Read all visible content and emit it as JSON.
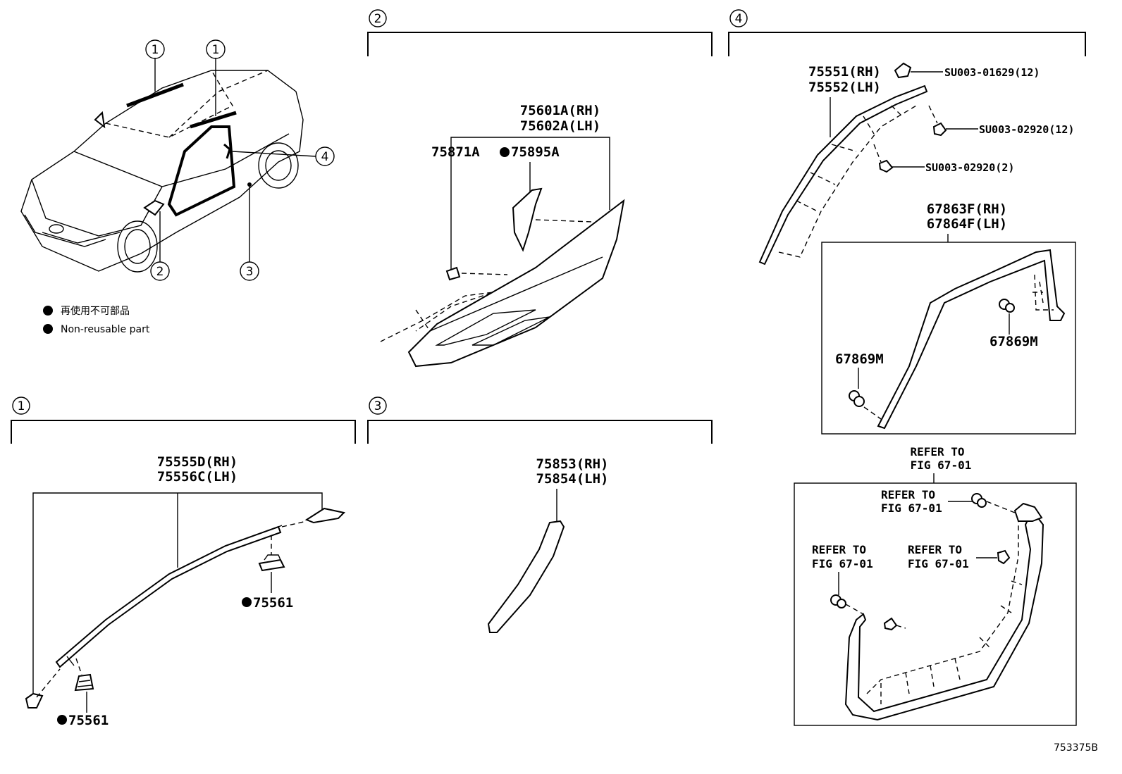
{
  "sections": [
    {
      "id": "1",
      "label": "1"
    },
    {
      "id": "2",
      "label": "2"
    },
    {
      "id": "3",
      "label": "3"
    },
    {
      "id": "4",
      "label": "4"
    }
  ],
  "overview": {
    "callouts": [
      "1",
      "1",
      "2",
      "3",
      "4"
    ],
    "legend": [
      {
        "text": "再使用不可部品"
      },
      {
        "text": "Non-reusable part"
      }
    ]
  },
  "section2": {
    "main_part": {
      "rh": "75601A(RH)",
      "lh": "75602A(LH)"
    },
    "clip": "75871A",
    "piece": "75895A"
  },
  "section4": {
    "molding": {
      "rh": "75551(RH)",
      "lh": "75552(LH)"
    },
    "screw1": "SU003-01629(12)",
    "screw2": "SU003-02920(12)",
    "screw3": "SU003-02920(2)",
    "weatherstrip": {
      "rh": "67863F(RH)",
      "lh": "67864F(LH)"
    },
    "clip_left": "67869M",
    "clip_right": "67869M",
    "refer_top": {
      "line1": "REFER TO",
      "line2": "FIG 67-01"
    },
    "refer_a": {
      "line1": "REFER TO",
      "line2": "FIG 67-01"
    },
    "refer_b": {
      "line1": "REFER TO",
      "line2": "FIG 67-01"
    },
    "refer_c": {
      "line1": "REFER TO",
      "line2": "FIG 67-01"
    }
  },
  "section1": {
    "molding": {
      "rh": "75555D(RH)",
      "lh": "75556C(LH)"
    },
    "clip_right": "75561",
    "clip_left": "75561"
  },
  "section3": {
    "part": {
      "rh": "75853(RH)",
      "lh": "75854(LH)"
    }
  },
  "figure_id": "753375B"
}
